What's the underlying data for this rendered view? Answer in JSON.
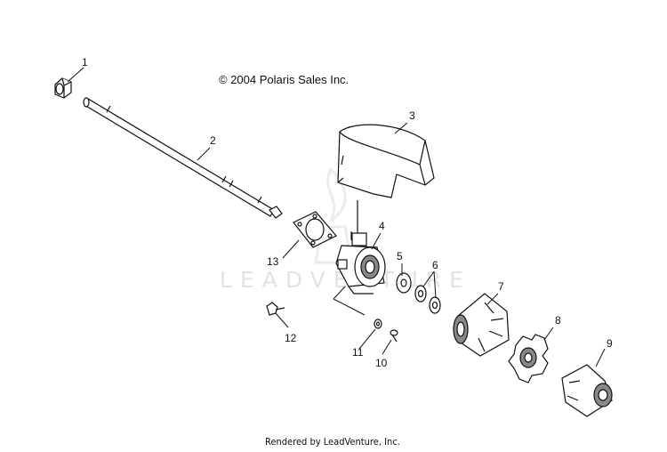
{
  "copyright": "© 2004 Polaris Sales Inc.",
  "footer": "Rendered by LeadVenture, Inc.",
  "watermark": "LEADVENTURE",
  "callouts": [
    "1",
    "2",
    "3",
    "4",
    "5",
    "6",
    "7",
    "8",
    "9",
    "10",
    "11",
    "12",
    "13"
  ],
  "colors": {
    "line": "#111111",
    "fill": "#ffffff",
    "shade": "#888888",
    "watermark": "#e3e3e3"
  }
}
